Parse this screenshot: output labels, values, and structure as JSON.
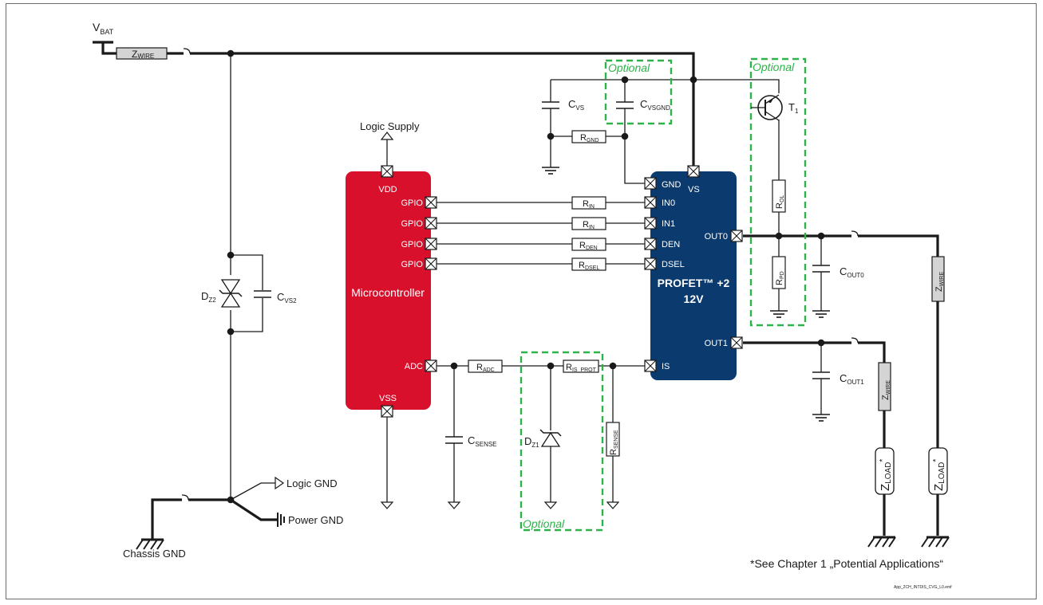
{
  "vbat": {
    "main": "V",
    "sub": "BAT"
  },
  "zwire": {
    "main": "Z",
    "sub": "WIRE"
  },
  "zload": {
    "main": "Z",
    "sub": "LOAD",
    "sup": "*"
  },
  "optional_label": "Optional",
  "logic_supply": "Logic Supply",
  "logic_gnd": "Logic GND",
  "power_gnd": "Power GND",
  "chassis_gnd": "Chassis GND",
  "dz2": {
    "main": "D",
    "sub": "Z2"
  },
  "cvs2": {
    "main": "C",
    "sub": "VS2"
  },
  "cvs": {
    "main": "C",
    "sub": "VS"
  },
  "cvsgnd": {
    "main": "C",
    "sub": "VSGND"
  },
  "rgnd": {
    "main": "R",
    "sub": "GND"
  },
  "t1": {
    "main": "T",
    "sub": "1"
  },
  "rol": {
    "main": "R",
    "sub": "OL"
  },
  "rpd": {
    "main": "R",
    "sub": "PD"
  },
  "cout0": {
    "main": "C",
    "sub": "OUT0"
  },
  "cout1": {
    "main": "C",
    "sub": "OUT1"
  },
  "rin": {
    "main": "R",
    "sub": "IN"
  },
  "rden": {
    "main": "R",
    "sub": "DEN"
  },
  "rdsel": {
    "main": "R",
    "sub": "DSEL"
  },
  "radc": {
    "main": "R",
    "sub": "ADC"
  },
  "risprot": {
    "main": "R",
    "sub": "IS_PROT"
  },
  "rsense": {
    "main": "R",
    "sub": "SENSE"
  },
  "csense": {
    "main": "C",
    "sub": "SENSE"
  },
  "dz1": {
    "main": "D",
    "sub": "Z1"
  },
  "microcontroller": {
    "title": "Microcontroller",
    "color": "#d8102c",
    "pins": {
      "vdd": "VDD",
      "gpio": "GPIO",
      "adc": "ADC",
      "vss": "VSS"
    }
  },
  "profet": {
    "line1": "PROFET™ +2",
    "line2": "12V",
    "color": "#0b3b6e",
    "pins": {
      "gnd": "GND",
      "vs": "VS",
      "in0": "IN0",
      "in1": "IN1",
      "den": "DEN",
      "dsel": "DSEL",
      "out0": "OUT0",
      "out1": "OUT1",
      "is": "IS"
    }
  },
  "footnote": "*See Chapter 1 „Potential Applications“",
  "file_label": "App_2CH_INTDIS_CVG_L0.emf",
  "colors": {
    "optional_box": "#2db34a",
    "wire": "#1a1a1a"
  }
}
